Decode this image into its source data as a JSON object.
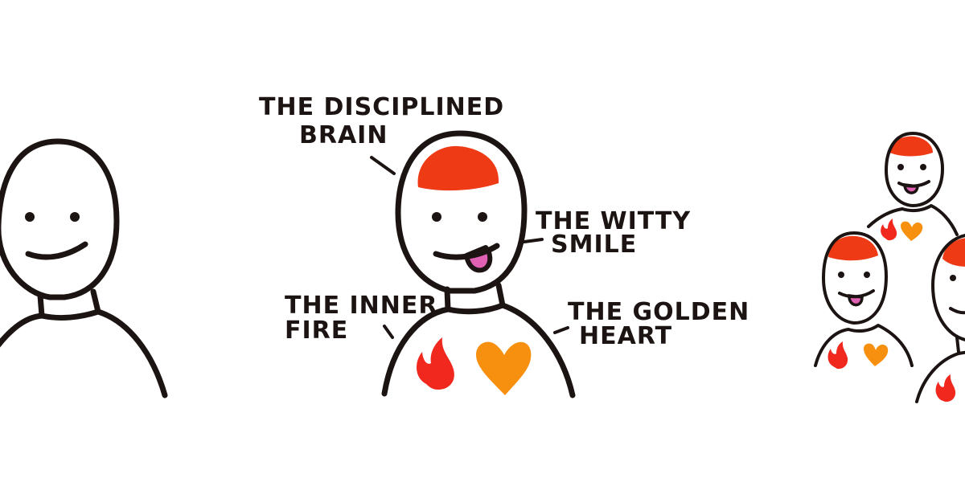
{
  "labels": {
    "brain_line1": "THE DISCIPLINED",
    "brain_line2": "BRAIN",
    "smile_line1": "THE WITTY",
    "smile_line2": "SMILE",
    "fire_line1": "THE INNER",
    "fire_line2": "FIRE",
    "heart_line1": "THE GOLDEN",
    "heart_line2": "HEART"
  },
  "colors": {
    "ink": "#1c1412",
    "brain": "#ef3a16",
    "tongue": "#e060b4",
    "fire": "#f0281e",
    "heart": "#f7900f",
    "background": "#ffffff"
  }
}
